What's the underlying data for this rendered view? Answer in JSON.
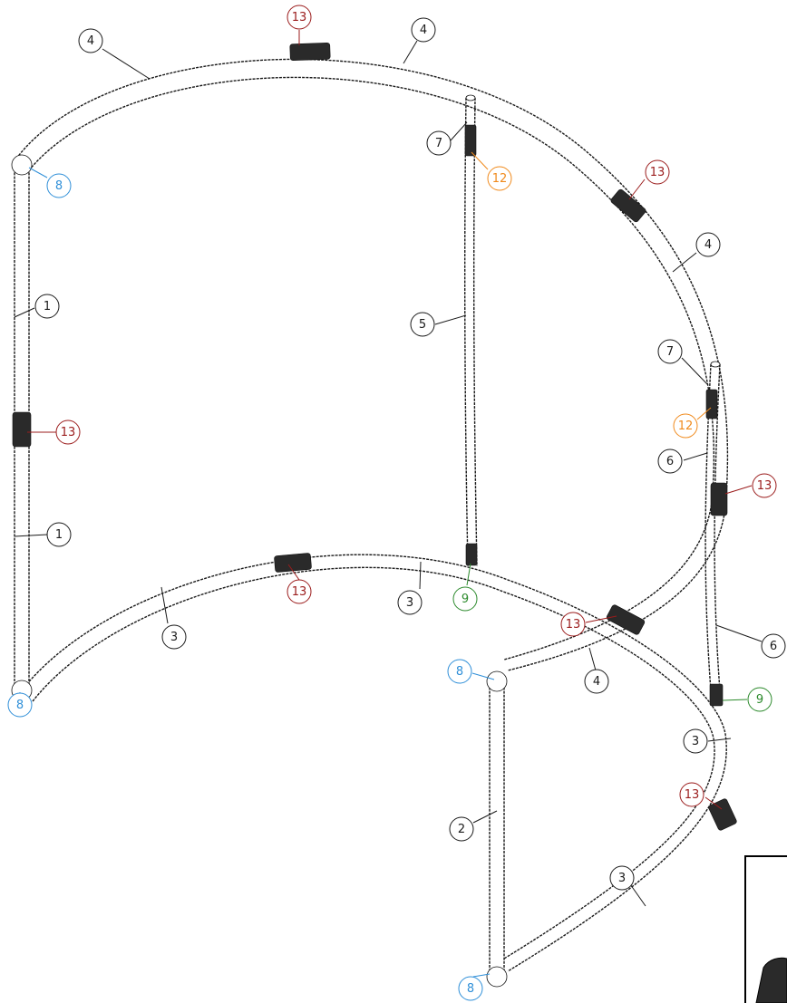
{
  "diagram": {
    "colors": {
      "black": "#1a1a1a",
      "red": "#9b1c1c",
      "blue": "#2f8fd8",
      "orange": "#f08a1c",
      "green": "#2c8a2c"
    },
    "callouts": [
      {
        "label": "13",
        "color": "red"
      },
      {
        "label": "4",
        "color": "black"
      },
      {
        "label": "4",
        "color": "black"
      },
      {
        "label": "7",
        "color": "black"
      },
      {
        "label": "12",
        "color": "orange"
      },
      {
        "label": "8",
        "color": "blue"
      },
      {
        "label": "13",
        "color": "red"
      },
      {
        "label": "4",
        "color": "black"
      },
      {
        "label": "1",
        "color": "black"
      },
      {
        "label": "5",
        "color": "black"
      },
      {
        "label": "7",
        "color": "black"
      },
      {
        "label": "13",
        "color": "red"
      },
      {
        "label": "12",
        "color": "orange"
      },
      {
        "label": "6",
        "color": "black"
      },
      {
        "label": "13",
        "color": "red"
      },
      {
        "label": "1",
        "color": "black"
      },
      {
        "label": "13",
        "color": "red"
      },
      {
        "label": "3",
        "color": "black"
      },
      {
        "label": "9",
        "color": "green"
      },
      {
        "label": "3",
        "color": "black"
      },
      {
        "label": "13",
        "color": "red"
      },
      {
        "label": "6",
        "color": "black"
      },
      {
        "label": "8",
        "color": "blue"
      },
      {
        "label": "4",
        "color": "black"
      },
      {
        "label": "8",
        "color": "blue"
      },
      {
        "label": "9",
        "color": "green"
      },
      {
        "label": "3",
        "color": "black"
      },
      {
        "label": "13",
        "color": "red"
      },
      {
        "label": "2",
        "color": "black"
      },
      {
        "label": "3",
        "color": "black"
      },
      {
        "label": "8",
        "color": "blue"
      }
    ]
  }
}
